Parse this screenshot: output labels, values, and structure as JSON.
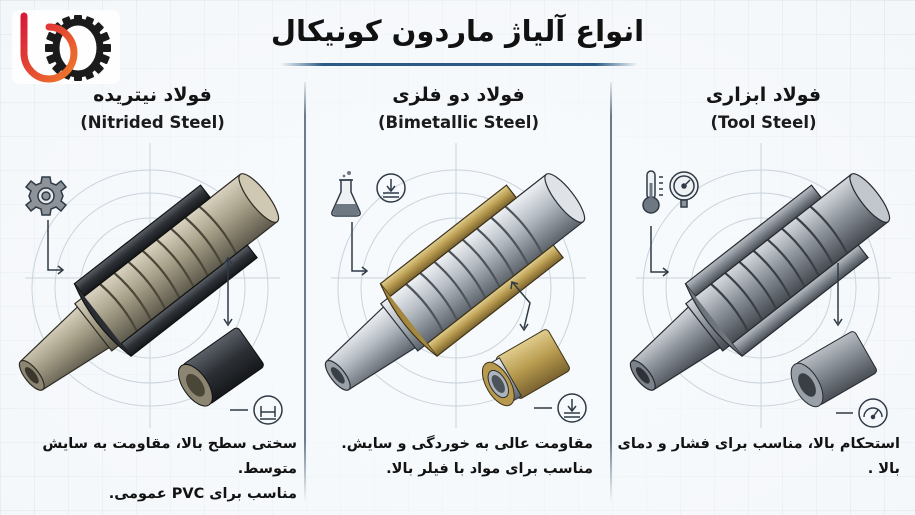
{
  "header": {
    "title": "انواع آلیاژ ماردون کونیکال",
    "logo": {
      "icon": "brand-logo-ring-gear-icon",
      "colors": {
        "ring_start": "#d81b3a",
        "ring_end": "#f07a2a",
        "gear": "#1a1a1a"
      }
    }
  },
  "accent_colors": {
    "title_rule": "#2a5a85",
    "divider": "#6a7b8c",
    "icon_stroke": "#3a4a5c",
    "nitrided_sleeve": "#2d3136",
    "bimetallic_sleeve": "#b79a4e",
    "tool_steel": "#8a9098",
    "shaft_nitrided": "#a8a08a",
    "shaft_steel": "#b9bec5"
  },
  "panels": [
    {
      "title": "فولاد نیتریده",
      "subtitle": "(Nitrided Steel)",
      "icons": [
        "gear-icon",
        "bushing-hardness-icon"
      ],
      "illustration": "nitrided-screw-barrel",
      "description_lines": [
        "سختی سطح بالا، مقاومت به سایش متوسط.",
        "مناسب برای PVC عمومی."
      ]
    },
    {
      "title": "فولاد دو فلزی",
      "subtitle": "(Bimetallic Steel)",
      "icons": [
        "flask-icon",
        "wear-resistance-icon",
        "wear-resistance-icon"
      ],
      "illustration": "bimetallic-screw-barrel",
      "description_lines": [
        "مقاومت عالی به خوردگی و سایش.",
        "مناسب برای مواد با فیلر بالا."
      ]
    },
    {
      "title": "فولاد ابزاری",
      "subtitle": "(Tool Steel)",
      "icons": [
        "thermometer-icon",
        "pressure-gauge-icon",
        "speed-gauge-icon"
      ],
      "illustration": "tool-steel-screw-barrel",
      "description_lines": [
        "استحکام بالا، مناسب برای فشار و دمای",
        "بالا ."
      ]
    }
  ]
}
